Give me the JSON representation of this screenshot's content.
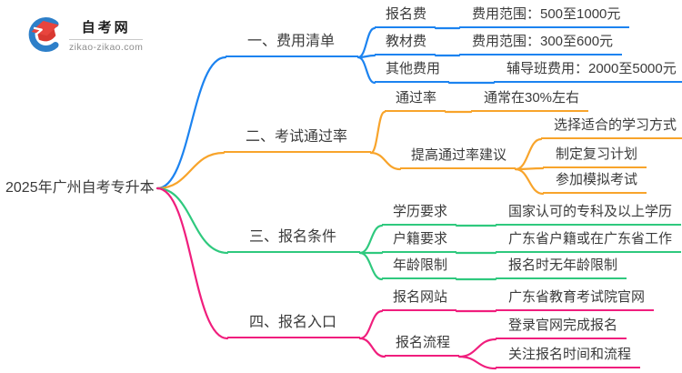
{
  "logo": {
    "site_name": "自考网",
    "site_url": "zikao-zikao.com"
  },
  "colors": {
    "branch1": "#1c83f0",
    "branch2": "#f8a42b",
    "branch3": "#2fc97e",
    "branch4": "#f01e7d",
    "text": "#3b3b3b",
    "logo_blue": "#2d7fc9",
    "logo_red": "#e8443d"
  },
  "mindmap": {
    "root": "2025年广州自考专升本",
    "branches": [
      {
        "label": "一、费用清单",
        "children": [
          {
            "label": "报名费",
            "children": [
              {
                "label": "费用范围：500至1000元"
              }
            ]
          },
          {
            "label": "教材费",
            "children": [
              {
                "label": "费用范围：300至600元"
              }
            ]
          },
          {
            "label": "其他费用",
            "children": [
              {
                "label": "辅导班费用：2000至5000元"
              }
            ]
          }
        ]
      },
      {
        "label": "二、考试通过率",
        "children": [
          {
            "label": "通过率",
            "children": [
              {
                "label": "通常在30%左右"
              }
            ]
          },
          {
            "label": "提高通过率建议",
            "children": [
              {
                "label": "选择适合的学习方式"
              },
              {
                "label": "制定复习计划"
              },
              {
                "label": "参加模拟考试"
              }
            ]
          }
        ]
      },
      {
        "label": "三、报名条件",
        "children": [
          {
            "label": "学历要求",
            "children": [
              {
                "label": "国家认可的专科及以上学历"
              }
            ]
          },
          {
            "label": "户籍要求",
            "children": [
              {
                "label": "广东省户籍或在广东省工作"
              }
            ]
          },
          {
            "label": "年龄限制",
            "children": [
              {
                "label": "报名时无年龄限制"
              }
            ]
          }
        ]
      },
      {
        "label": "四、报名入口",
        "children": [
          {
            "label": "报名网站",
            "children": [
              {
                "label": "广东省教育考试院官网"
              }
            ]
          },
          {
            "label": "报名流程",
            "children": [
              {
                "label": "登录官网完成报名"
              },
              {
                "label": "关注报名时间和流程"
              }
            ]
          }
        ]
      }
    ]
  }
}
